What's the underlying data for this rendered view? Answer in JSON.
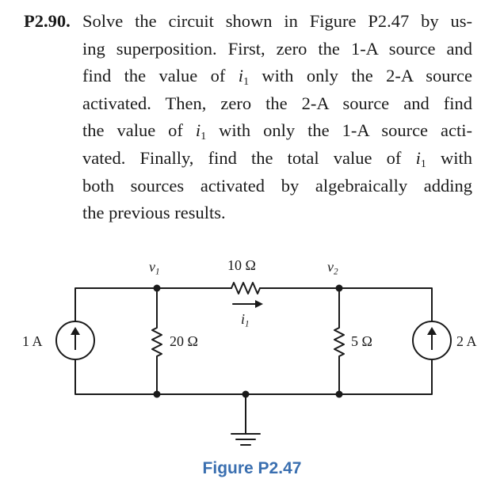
{
  "problem": {
    "number": "P2.90.",
    "lines": [
      "Solve the circuit shown in Figure P2.47 by us-",
      "ing superposition. First, zero the 1-A source and",
      "find the value of i1 with only the 2-A source",
      "activated. Then, zero the 2-A source and find",
      "the value of i1 with only the 1-A source acti-",
      "vated. Finally, find the total value of i1 with",
      "both sources activated by algebraically adding",
      "the previous results."
    ]
  },
  "circuit": {
    "node_v1": "v1",
    "node_v2": "v2",
    "series_resistor": "10 Ω",
    "current_label": "i1",
    "left_shunt_resistor": "20 Ω",
    "right_shunt_resistor": "5 Ω",
    "left_source": "1 A",
    "right_source": "2 A"
  },
  "caption": "Figure P2.47"
}
